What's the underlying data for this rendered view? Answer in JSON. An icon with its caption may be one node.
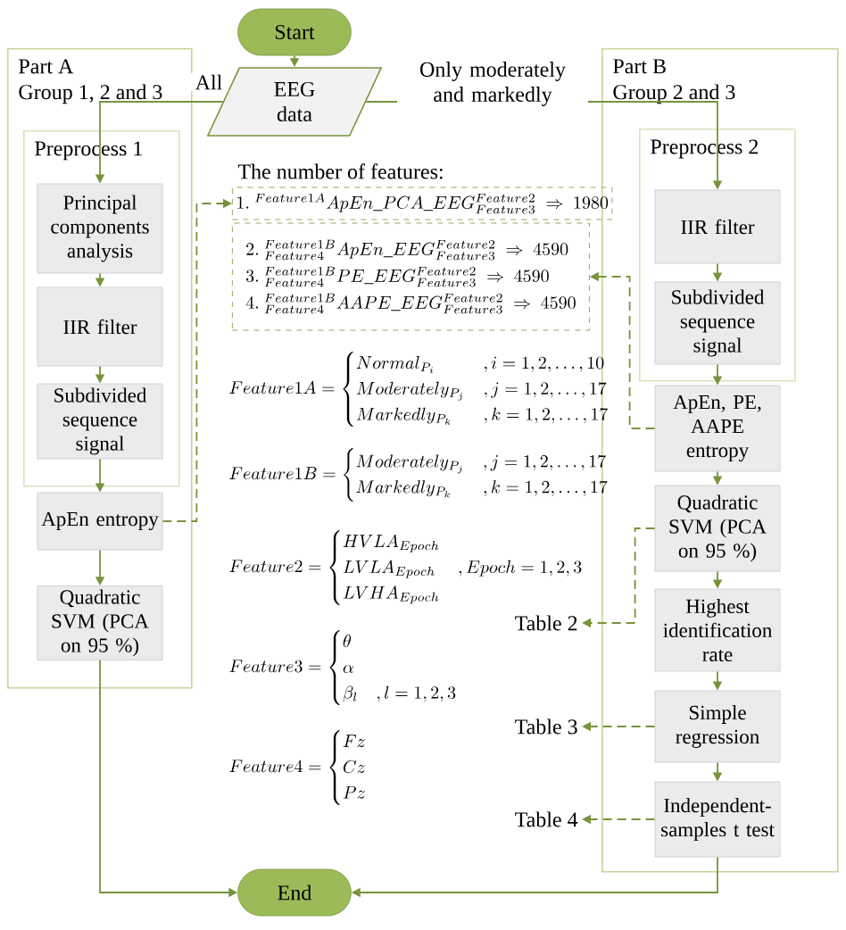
{
  "diagram": {
    "nodes": [
      {
        "text": [
          "Start"
        ]
      },
      {
        "text": [
          "EEG data"
        ]
      },
      {
        "text": [
          "Part A",
          "Group 1, 2 and 3"
        ]
      },
      {
        "text": [
          "Preprocess 1"
        ],
        "in": 2
      },
      {
        "text": [
          "Principal components analysis"
        ],
        "in": 3
      },
      {
        "text": [
          "IIR filter"
        ],
        "in": 3
      },
      {
        "text": [
          "Subdivided sequence signal"
        ],
        "in": 3
      },
      {
        "text": [
          "ApEn entropy"
        ],
        "in": 2
      },
      {
        "text": [
          "Quadratic SVM (PCA on 95 %)"
        ],
        "in": 2
      },
      {
        "text": [
          "Part B",
          "Group 2 and 3"
        ]
      },
      {
        "text": [
          "Preprocess 2"
        ],
        "in": 9
      },
      {
        "text": [
          "IIR filter"
        ],
        "in": 10
      },
      {
        "text": [
          "Subdivided sequence signal"
        ],
        "in": 10
      },
      {
        "text": [
          "ApEn, PE, AAPE entropy"
        ],
        "in": 9
      },
      {
        "text": [
          "Quadratic SVM (PCA on 95 %)"
        ],
        "in": 9
      },
      {
        "text": [
          "Highest identification rate"
        ],
        "in": 9
      },
      {
        "text": [
          "Simple regression"
        ],
        "in": 9
      },
      {
        "text": [
          "Independent-samples t test"
        ],
        "in": 9
      },
      {
        "text": [
          "End"
        ]
      },
      {
        "text": [
          "1.\\ {}^{Feature1A}ApEn\\_PCA\\_EEG^{Feature2}_{Feature3}\\ \\Rightarrow\\ 1980"
        ]
      },
      {
        "text": [
          "2.\\ {}^{Feature1B}_{Feature4}ApEn\\_EEG^{Feature2}_{Feature3}\\ \\Rightarrow\\ 4590",
          "3.\\ {}^{Feature1B}_{Feature4}PE\\_EEG^{Feature2}_{Feature3}\\ \\Rightarrow\\ 4590",
          "4.\\ {}^{Feature1B}_{Feature4}AAPE\\_EEG^{Feature2}_{Feature3}\\ \\Rightarrow\\ 4590"
        ]
      },
      {
        "text": [
          "Table 2"
        ]
      },
      {
        "text": [
          "Table 3"
        ]
      },
      {
        "text": [
          "Table 4"
        ]
      }
    ],
    "edges": [
      {
        "from": 0,
        "to": 1,
        "arrow": "to"
      },
      {
        "from": 1,
        "to": 4,
        "arrow": "to",
        "label": "All"
      },
      {
        "from": 1,
        "to": 11,
        "arrow": "to",
        "label": "Only moderately and markedly"
      },
      {
        "from": 4,
        "to": 5,
        "arrow": "to"
      },
      {
        "from": 5,
        "to": 6,
        "arrow": "to"
      },
      {
        "from": 6,
        "to": 7,
        "arrow": "to"
      },
      {
        "from": 7,
        "to": 8,
        "arrow": "to"
      },
      {
        "from": 7,
        "to": 19,
        "arrow": "to",
        "style": "dashed"
      },
      {
        "from": 8,
        "to": 18,
        "arrow": "to"
      },
      {
        "from": 11,
        "to": 12,
        "arrow": "to"
      },
      {
        "from": 12,
        "to": 13,
        "arrow": "to"
      },
      {
        "from": 13,
        "to": 20,
        "arrow": "to",
        "style": "dashed"
      },
      {
        "from": 13,
        "to": 14,
        "arrow": "to"
      },
      {
        "from": 14,
        "to": 15,
        "arrow": "to"
      },
      {
        "from": 15,
        "to": 16,
        "arrow": "to"
      },
      {
        "from": 16,
        "to": 17,
        "arrow": "to"
      },
      {
        "from": 14,
        "to": 21,
        "arrow": "to",
        "style": "dashed"
      },
      {
        "from": 16,
        "to": 22,
        "arrow": "to",
        "style": "dashed"
      },
      {
        "from": 17,
        "to": 23,
        "arrow": "to",
        "style": "dashed"
      },
      {
        "from": 17,
        "to": 18,
        "arrow": "to"
      }
    ],
    "labels": [
      "The number of features:",
      "Feature1A=\\begin{cases}Normal_{P_i} & ,i=1,2,\\ldots,10\\\\ Moderately_{P_j} & ,j=1,2,\\ldots,17\\\\ Markedly_{P_k} & ,k=1,2,\\ldots,17\\end{cases}",
      "Feature1B=\\begin{cases}Moderately_{P_j} & ,j=1,2,\\ldots,17\\\\ Markedly_{P_k} & ,k=1,2,\\ldots,17\\end{cases}",
      "Feature2=\\begin{cases}HVLA_{Epoch} & \\\\ LVLA_{Epoch} & ,Epoch=1,2,3\\\\ LVHA_{Epoch} & \\end{cases}",
      "Feature3=\\begin{cases}\\theta & \\\\ \\alpha & \\\\ \\beta_l & ,l=1,2,3\\end{cases}",
      "Feature4=\\begin{cases}Fz\\\\ Cz\\\\ Pz\\end{cases}"
    ]
  }
}
